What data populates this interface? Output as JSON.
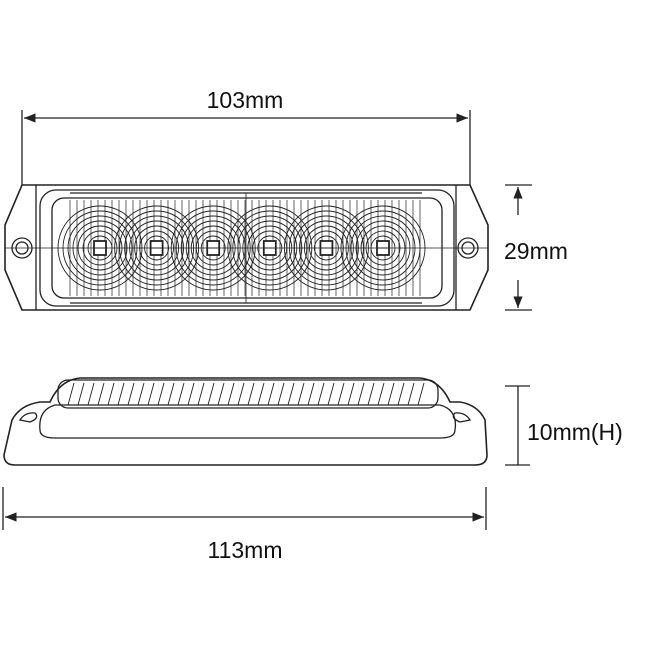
{
  "dimensions": {
    "top_length": "103mm",
    "top_height": "29mm",
    "side_height": "10mm(H)",
    "overall_length": "113mm"
  },
  "led_count": 6,
  "line_color": "#222222"
}
